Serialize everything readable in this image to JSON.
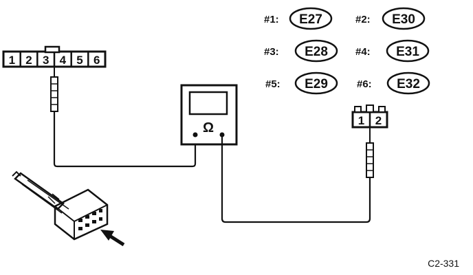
{
  "terminal_map": [
    {
      "key": "#1:",
      "terminal": "E27"
    },
    {
      "key": "#2:",
      "terminal": "E30"
    },
    {
      "key": "#3:",
      "terminal": "E28"
    },
    {
      "key": "#4:",
      "terminal": "E31"
    },
    {
      "key": "#5:",
      "terminal": "E29"
    },
    {
      "key": "#6:",
      "terminal": "E32"
    }
  ],
  "left_connector_pins": [
    "1",
    "2",
    "3",
    "4",
    "5",
    "6"
  ],
  "right_connector_pins": [
    "1",
    "2"
  ],
  "meter_symbol": "Ω",
  "figure_code": "C2-331"
}
